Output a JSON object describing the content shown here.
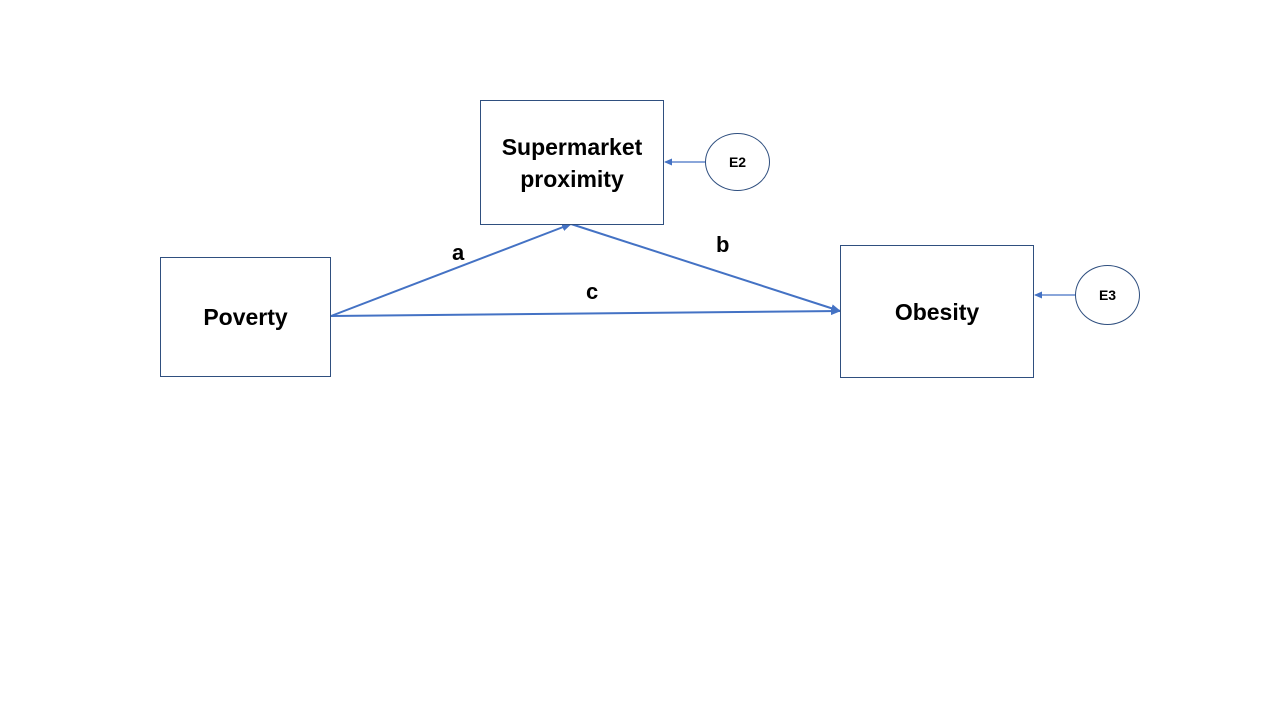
{
  "diagram": {
    "nodes": {
      "poverty": {
        "label": "Poverty"
      },
      "supermarket": {
        "label": "Supermarket\nproximity"
      },
      "obesity": {
        "label": "Obesity"
      },
      "e2": {
        "label": "E2"
      },
      "e3": {
        "label": "E3"
      }
    },
    "paths": {
      "a": {
        "label": "a",
        "from": "Poverty",
        "to": "Supermarket proximity"
      },
      "b": {
        "label": "b",
        "from": "Supermarket proximity",
        "to": "Obesity"
      },
      "c": {
        "label": "c",
        "from": "Poverty",
        "to": "Obesity"
      }
    },
    "error_arrows": [
      {
        "from": "E2",
        "to": "Supermarket proximity"
      },
      {
        "from": "E3",
        "to": "Obesity"
      }
    ],
    "colors": {
      "arrow": "#4472c4",
      "box_border": "#2f4f7f"
    }
  }
}
